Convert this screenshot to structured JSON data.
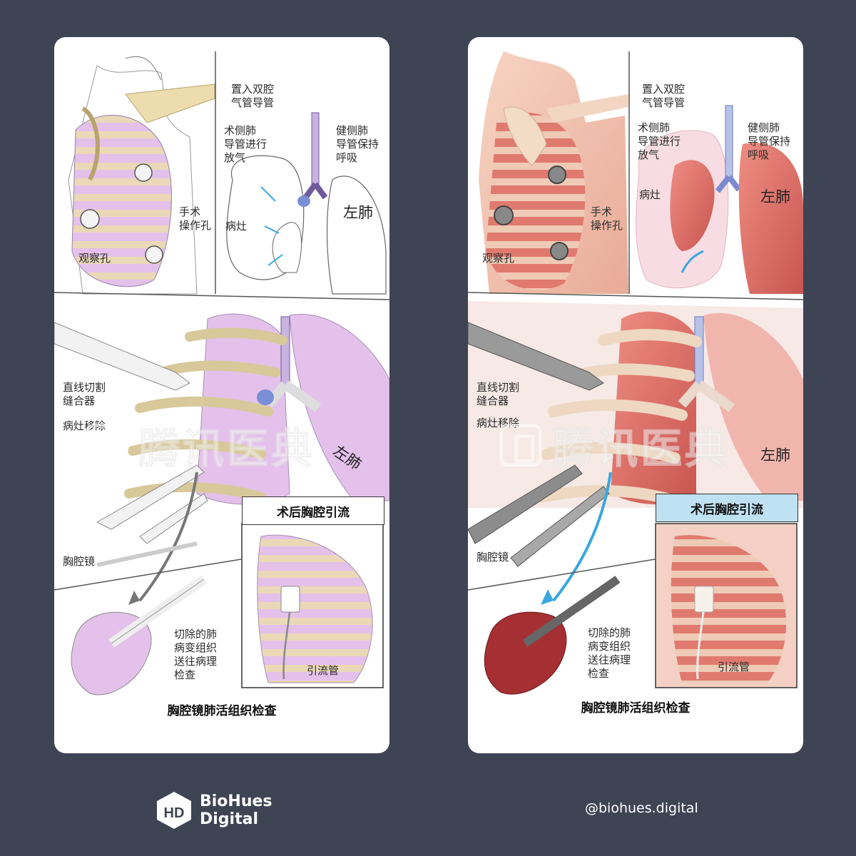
{
  "panels": [
    {
      "style": "sketch",
      "labels": {
        "double_lumen_tube": "置入双腔\n气管导管",
        "operative_lung_deflate": "术侧肺\n导管进行\n放气",
        "healthy_lung_breathe": "健侧肺\n导管保持\n呼吸",
        "left_lung_top": "左肺",
        "lesion": "病灶",
        "surgical_port": "手术\n操作孔",
        "observation_port": "观察孔",
        "stapler": "直线切割\n缝合器",
        "lesion_removal": "病灶移除",
        "left_lung_bottom": "左肺",
        "thoracoscope": "胸腔镜",
        "postop_drain": "术后胸腔引流",
        "resected_tissue": "切除的肺\n病变组织\n送往病理\n检查",
        "drain_tube": "引流管"
      },
      "caption": "胸腔镜肺活组织检查",
      "watermark": "腾讯医典"
    },
    {
      "style": "color",
      "labels": {
        "double_lumen_tube": "置入双腔\n气管导管",
        "operative_lung_deflate": "术侧肺\n导管进行\n放气",
        "healthy_lung_breathe": "健侧肺\n导管保持\n呼吸",
        "left_lung_top": "左肺",
        "lesion": "病灶",
        "surgical_port": "手术\n操作孔",
        "observation_port": "观察孔",
        "stapler": "直线切割\n缝合器",
        "lesion_removal": "病灶移除",
        "left_lung_bottom": "左肺",
        "thoracoscope": "胸腔镜",
        "postop_drain": "术后胸腔引流",
        "resected_tissue": "切除的肺\n病变组织\n送往病理\n检查",
        "drain_tube": "引流管"
      },
      "caption": "胸腔镜肺活组织检查",
      "watermark": "腾讯医典"
    }
  ],
  "brand": {
    "logo_letters": "HD",
    "name": "BioHues\nDigital",
    "handle": "@biohues.digital"
  },
  "colors": {
    "background": "#3e4454",
    "card": "#ffffff",
    "sketch_lung": "#e4c1ea",
    "sketch_bone": "#ecdcae",
    "color_lung": "#e4706a",
    "color_skin": "#f3c7b3",
    "drain_box_blue": "#bfe2f3",
    "arrow_blue": "#3aa7df"
  }
}
